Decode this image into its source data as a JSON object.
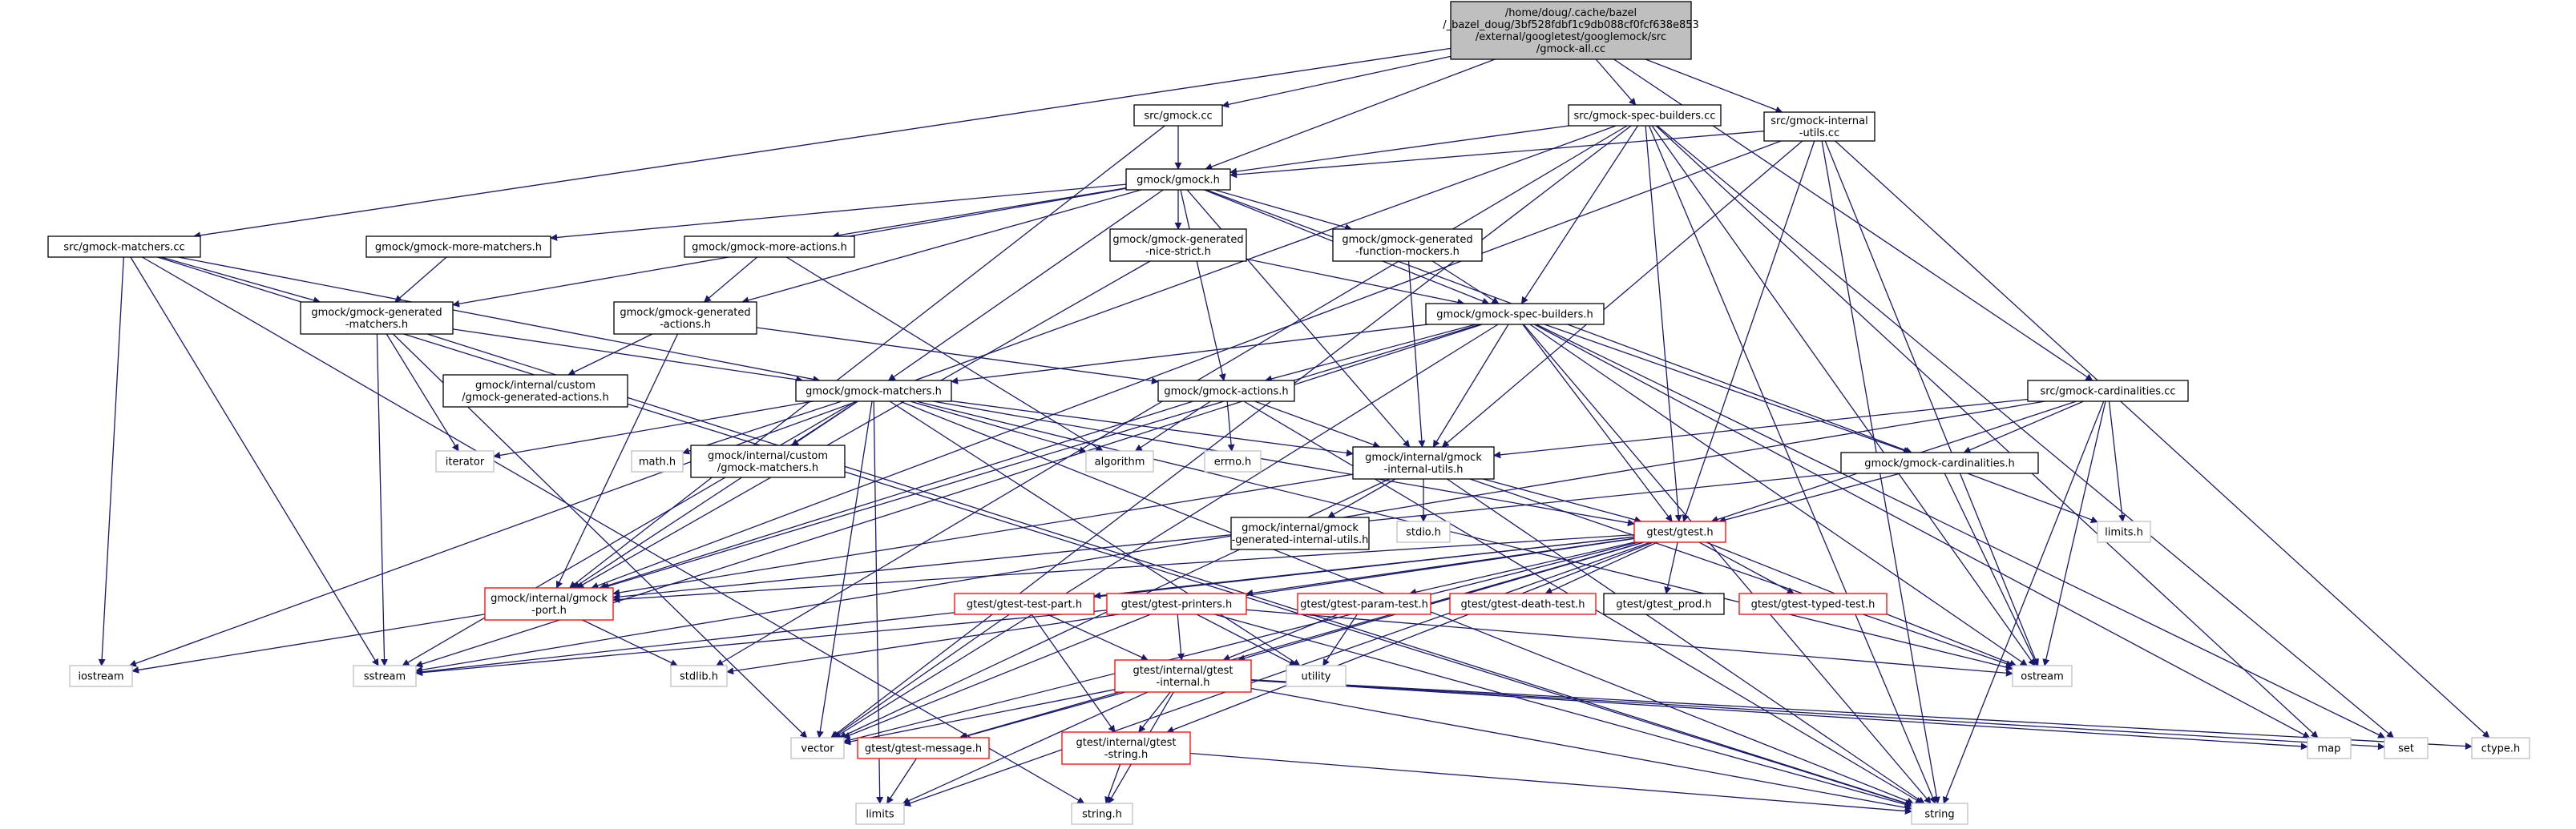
{
  "graph": {
    "colors": {
      "edge": "#191970",
      "root_fill": "#bfbfbf",
      "node_fill": "#ffffff",
      "documented_border": "#000000",
      "undocumented_border": "#ff0000",
      "system_border": "#bfbfbf"
    },
    "nodes": [
      {
        "id": "root",
        "lines": [
          "/home/doug/.cache/bazel",
          "/_bazel_doug/3bf528fdbf1c9db088cf0fcf638e853",
          "/external/googletest/googlemock/src",
          "/gmock-all.cc"
        ],
        "kind": "root"
      },
      {
        "id": "src_gmock_cc",
        "lines": [
          "src/gmock.cc"
        ],
        "kind": "documented"
      },
      {
        "id": "src_spec_builders_cc",
        "lines": [
          "src/gmock-spec-builders.cc"
        ],
        "kind": "documented"
      },
      {
        "id": "src_internal_utils_cc",
        "lines": [
          "src/gmock-internal",
          "-utils.cc"
        ],
        "kind": "documented"
      },
      {
        "id": "gmock_h",
        "lines": [
          "gmock/gmock.h"
        ],
        "kind": "documented"
      },
      {
        "id": "src_matchers_cc",
        "lines": [
          "src/gmock-matchers.cc"
        ],
        "kind": "documented"
      },
      {
        "id": "more_matchers_h",
        "lines": [
          "gmock/gmock-more-matchers.h"
        ],
        "kind": "documented"
      },
      {
        "id": "more_actions_h",
        "lines": [
          "gmock/gmock-more-actions.h"
        ],
        "kind": "documented"
      },
      {
        "id": "gen_nice_strict_h",
        "lines": [
          "gmock/gmock-generated",
          "-nice-strict.h"
        ],
        "kind": "documented"
      },
      {
        "id": "gen_function_mockers_h",
        "lines": [
          "gmock/gmock-generated",
          "-function-mockers.h"
        ],
        "kind": "documented"
      },
      {
        "id": "gen_matchers_h",
        "lines": [
          "gmock/gmock-generated",
          "-matchers.h"
        ],
        "kind": "documented"
      },
      {
        "id": "gen_actions_h",
        "lines": [
          "gmock/gmock-generated",
          "-actions.h"
        ],
        "kind": "documented"
      },
      {
        "id": "spec_builders_h",
        "lines": [
          "gmock/gmock-spec-builders.h"
        ],
        "kind": "documented"
      },
      {
        "id": "custom_gen_actions_h",
        "lines": [
          "gmock/internal/custom",
          "/gmock-generated-actions.h"
        ],
        "kind": "documented"
      },
      {
        "id": "matchers_h",
        "lines": [
          "gmock/gmock-matchers.h"
        ],
        "kind": "documented"
      },
      {
        "id": "actions_h",
        "lines": [
          "gmock/gmock-actions.h"
        ],
        "kind": "documented"
      },
      {
        "id": "src_cardinalities_cc",
        "lines": [
          "src/gmock-cardinalities.cc"
        ],
        "kind": "documented"
      },
      {
        "id": "iterator",
        "lines": [
          "iterator"
        ],
        "kind": "system"
      },
      {
        "id": "math_h",
        "lines": [
          "math.h"
        ],
        "kind": "system"
      },
      {
        "id": "custom_matchers_h",
        "lines": [
          "gmock/internal/custom",
          "/gmock-matchers.h"
        ],
        "kind": "documented"
      },
      {
        "id": "algorithm",
        "lines": [
          "algorithm"
        ],
        "kind": "system"
      },
      {
        "id": "errno_h",
        "lines": [
          "errno.h"
        ],
        "kind": "system"
      },
      {
        "id": "internal_utils_h",
        "lines": [
          "gmock/internal/gmock",
          "-internal-utils.h"
        ],
        "kind": "documented"
      },
      {
        "id": "cardinalities_h",
        "lines": [
          "gmock/gmock-cardinalities.h"
        ],
        "kind": "documented"
      },
      {
        "id": "limits_h",
        "lines": [
          "limits.h"
        ],
        "kind": "system"
      },
      {
        "id": "gen_internal_utils_h",
        "lines": [
          "gmock/internal/gmock",
          "-generated-internal-utils.h"
        ],
        "kind": "documented"
      },
      {
        "id": "stdio_h",
        "lines": [
          "stdio.h"
        ],
        "kind": "system"
      },
      {
        "id": "gtest_h",
        "lines": [
          "gtest/gtest.h"
        ],
        "kind": "undocumented"
      },
      {
        "id": "gmock_port_h",
        "lines": [
          "gmock/internal/gmock",
          "-port.h"
        ],
        "kind": "undocumented"
      },
      {
        "id": "test_part_h",
        "lines": [
          "gtest/gtest-test-part.h"
        ],
        "kind": "undocumented"
      },
      {
        "id": "printers_h",
        "lines": [
          "gtest/gtest-printers.h"
        ],
        "kind": "undocumented"
      },
      {
        "id": "param_test_h",
        "lines": [
          "gtest/gtest-param-test.h"
        ],
        "kind": "undocumented"
      },
      {
        "id": "death_test_h",
        "lines": [
          "gtest/gtest-death-test.h"
        ],
        "kind": "undocumented"
      },
      {
        "id": "gtest_prod_h",
        "lines": [
          "gtest/gtest_prod.h"
        ],
        "kind": "documented"
      },
      {
        "id": "typed_test_h",
        "lines": [
          "gtest/gtest-typed-test.h"
        ],
        "kind": "undocumented"
      },
      {
        "id": "iostream",
        "lines": [
          "iostream"
        ],
        "kind": "system"
      },
      {
        "id": "sstream",
        "lines": [
          "sstream"
        ],
        "kind": "system"
      },
      {
        "id": "stdlib_h",
        "lines": [
          "stdlib.h"
        ],
        "kind": "system"
      },
      {
        "id": "utility",
        "lines": [
          "utility"
        ],
        "kind": "system"
      },
      {
        "id": "ostream",
        "lines": [
          "ostream"
        ],
        "kind": "system"
      },
      {
        "id": "gtest_internal_h",
        "lines": [
          "gtest/internal/gtest",
          "-internal.h"
        ],
        "kind": "undocumented"
      },
      {
        "id": "vector",
        "lines": [
          "vector"
        ],
        "kind": "system"
      },
      {
        "id": "message_h",
        "lines": [
          "gtest/gtest-message.h"
        ],
        "kind": "undocumented"
      },
      {
        "id": "gtest_string_h",
        "lines": [
          "gtest/internal/gtest",
          "-string.h"
        ],
        "kind": "undocumented"
      },
      {
        "id": "map",
        "lines": [
          "map"
        ],
        "kind": "system"
      },
      {
        "id": "set",
        "lines": [
          "set"
        ],
        "kind": "system"
      },
      {
        "id": "ctype_h",
        "lines": [
          "ctype.h"
        ],
        "kind": "system"
      },
      {
        "id": "limits",
        "lines": [
          "limits"
        ],
        "kind": "system"
      },
      {
        "id": "string_h",
        "lines": [
          "string.h"
        ],
        "kind": "system"
      },
      {
        "id": "string",
        "lines": [
          "string"
        ],
        "kind": "system"
      }
    ],
    "edges": [
      [
        "root",
        "src_gmock_cc"
      ],
      [
        "root",
        "src_spec_builders_cc"
      ],
      [
        "root",
        "src_internal_utils_cc"
      ],
      [
        "root",
        "gmock_h"
      ],
      [
        "root",
        "src_matchers_cc"
      ],
      [
        "root",
        "src_cardinalities_cc"
      ],
      [
        "src_gmock_cc",
        "gmock_h"
      ],
      [
        "src_gmock_cc",
        "gmock_port_h"
      ],
      [
        "src_spec_builders_cc",
        "gmock_h"
      ],
      [
        "src_spec_builders_cc",
        "spec_builders_h"
      ],
      [
        "src_spec_builders_cc",
        "iostream"
      ],
      [
        "src_spec_builders_cc",
        "gtest_h"
      ],
      [
        "src_spec_builders_cc",
        "map"
      ],
      [
        "src_spec_builders_cc",
        "set"
      ],
      [
        "src_spec_builders_cc",
        "string"
      ],
      [
        "src_spec_builders_cc",
        "vector"
      ],
      [
        "src_spec_builders_cc",
        "stdlib_h"
      ],
      [
        "src_spec_builders_cc",
        "ostream"
      ],
      [
        "src_internal_utils_cc",
        "gmock_h"
      ],
      [
        "src_internal_utils_cc",
        "internal_utils_h"
      ],
      [
        "src_internal_utils_cc",
        "gtest_h"
      ],
      [
        "src_internal_utils_cc",
        "ctype_h"
      ],
      [
        "src_internal_utils_cc",
        "ostream"
      ],
      [
        "src_internal_utils_cc",
        "string"
      ],
      [
        "src_internal_utils_cc",
        "gmock_port_h"
      ],
      [
        "gmock_h",
        "more_matchers_h"
      ],
      [
        "gmock_h",
        "more_actions_h"
      ],
      [
        "gmock_h",
        "gen_nice_strict_h"
      ],
      [
        "gmock_h",
        "gen_function_mockers_h"
      ],
      [
        "gmock_h",
        "gen_matchers_h"
      ],
      [
        "gmock_h",
        "gen_actions_h"
      ],
      [
        "gmock_h",
        "matchers_h"
      ],
      [
        "gmock_h",
        "actions_h"
      ],
      [
        "gmock_h",
        "cardinalities_h"
      ],
      [
        "gmock_h",
        "internal_utils_h"
      ],
      [
        "gmock_h",
        "spec_builders_h"
      ],
      [
        "src_matchers_cc",
        "gen_matchers_h"
      ],
      [
        "src_matchers_cc",
        "matchers_h"
      ],
      [
        "src_matchers_cc",
        "iostream"
      ],
      [
        "src_matchers_cc",
        "sstream"
      ],
      [
        "src_matchers_cc",
        "string"
      ],
      [
        "src_matchers_cc",
        "string_h"
      ],
      [
        "more_matchers_h",
        "gen_matchers_h"
      ],
      [
        "more_actions_h",
        "gen_actions_h"
      ],
      [
        "more_actions_h",
        "algorithm"
      ],
      [
        "gen_nice_strict_h",
        "spec_builders_h"
      ],
      [
        "gen_nice_strict_h",
        "gmock_port_h"
      ],
      [
        "gen_function_mockers_h",
        "spec_builders_h"
      ],
      [
        "gen_function_mockers_h",
        "internal_utils_h"
      ],
      [
        "gen_matchers_h",
        "matchers_h"
      ],
      [
        "gen_matchers_h",
        "iterator"
      ],
      [
        "gen_matchers_h",
        "sstream"
      ],
      [
        "gen_matchers_h",
        "string"
      ],
      [
        "gen_matchers_h",
        "vector"
      ],
      [
        "gen_actions_h",
        "actions_h"
      ],
      [
        "gen_actions_h",
        "custom_gen_actions_h"
      ],
      [
        "gen_actions_h",
        "gmock_port_h"
      ],
      [
        "spec_builders_h",
        "matchers_h"
      ],
      [
        "spec_builders_h",
        "actions_h"
      ],
      [
        "spec_builders_h",
        "cardinalities_h"
      ],
      [
        "spec_builders_h",
        "internal_utils_h"
      ],
      [
        "spec_builders_h",
        "gtest_h"
      ],
      [
        "spec_builders_h",
        "gmock_port_h"
      ],
      [
        "spec_builders_h",
        "map"
      ],
      [
        "spec_builders_h",
        "set"
      ],
      [
        "spec_builders_h",
        "string"
      ],
      [
        "spec_builders_h",
        "vector"
      ],
      [
        "spec_builders_h",
        "sstream"
      ],
      [
        "spec_builders_h",
        "ostream"
      ],
      [
        "matchers_h",
        "iterator"
      ],
      [
        "matchers_h",
        "math_h"
      ],
      [
        "matchers_h",
        "custom_matchers_h"
      ],
      [
        "matchers_h",
        "algorithm"
      ],
      [
        "matchers_h",
        "internal_utils_h"
      ],
      [
        "matchers_h",
        "gtest_h"
      ],
      [
        "matchers_h",
        "gmock_port_h"
      ],
      [
        "matchers_h",
        "limits"
      ],
      [
        "matchers_h",
        "ostream"
      ],
      [
        "matchers_h",
        "sstream"
      ],
      [
        "matchers_h",
        "string"
      ],
      [
        "matchers_h",
        "utility"
      ],
      [
        "matchers_h",
        "vector"
      ],
      [
        "actions_h",
        "algorithm"
      ],
      [
        "actions_h",
        "errno_h"
      ],
      [
        "actions_h",
        "internal_utils_h"
      ],
      [
        "actions_h",
        "gmock_port_h"
      ],
      [
        "actions_h",
        "string"
      ],
      [
        "src_cardinalities_cc",
        "cardinalities_h"
      ],
      [
        "src_cardinalities_cc",
        "internal_utils_h"
      ],
      [
        "src_cardinalities_cc",
        "gtest_h"
      ],
      [
        "src_cardinalities_cc",
        "limits_h"
      ],
      [
        "src_cardinalities_cc",
        "ostream"
      ],
      [
        "src_cardinalities_cc",
        "sstream"
      ],
      [
        "src_cardinalities_cc",
        "string"
      ],
      [
        "internal_utils_h",
        "gen_internal_utils_h"
      ],
      [
        "internal_utils_h",
        "stdio_h"
      ],
      [
        "internal_utils_h",
        "gtest_h"
      ],
      [
        "internal_utils_h",
        "gmock_port_h"
      ],
      [
        "internal_utils_h",
        "ostream"
      ],
      [
        "internal_utils_h",
        "string"
      ],
      [
        "internal_utils_h",
        "vector"
      ],
      [
        "cardinalities_h",
        "limits_h"
      ],
      [
        "cardinalities_h",
        "gtest_h"
      ],
      [
        "cardinalities_h",
        "gmock_port_h"
      ],
      [
        "cardinalities_h",
        "ostream"
      ],
      [
        "gtest_h",
        "test_part_h"
      ],
      [
        "gtest_h",
        "printers_h"
      ],
      [
        "gtest_h",
        "param_test_h"
      ],
      [
        "gtest_h",
        "death_test_h"
      ],
      [
        "gtest_h",
        "gtest_prod_h"
      ],
      [
        "gtest_h",
        "typed_test_h"
      ],
      [
        "gtest_h",
        "gmock_port_h"
      ],
      [
        "gtest_h",
        "message_h"
      ],
      [
        "gtest_h",
        "gtest_string_h"
      ],
      [
        "gtest_h",
        "gtest_internal_h"
      ],
      [
        "gtest_h",
        "limits"
      ],
      [
        "gtest_h",
        "ostream"
      ],
      [
        "gtest_h",
        "vector"
      ],
      [
        "gtest_h",
        "sstream"
      ],
      [
        "gtest_h",
        "stdlib_h"
      ],
      [
        "gmock_port_h",
        "iostream"
      ],
      [
        "gmock_port_h",
        "stdlib_h"
      ],
      [
        "test_part_h",
        "gtest_internal_h"
      ],
      [
        "test_part_h",
        "gtest_string_h"
      ],
      [
        "test_part_h",
        "vector"
      ],
      [
        "printers_h",
        "gtest_internal_h"
      ],
      [
        "printers_h",
        "sstream"
      ],
      [
        "printers_h",
        "utility"
      ],
      [
        "printers_h",
        "vector"
      ],
      [
        "printers_h",
        "ostream"
      ],
      [
        "printers_h",
        "string"
      ],
      [
        "param_test_h",
        "gtest_internal_h"
      ],
      [
        "param_test_h",
        "utility"
      ],
      [
        "gtest_internal_h",
        "message_h"
      ],
      [
        "gtest_internal_h",
        "gtest_string_h"
      ],
      [
        "gtest_internal_h",
        "vector"
      ],
      [
        "gtest_internal_h",
        "map"
      ],
      [
        "gtest_internal_h",
        "set"
      ],
      [
        "gtest_internal_h",
        "ctype_h"
      ],
      [
        "gtest_internal_h",
        "limits"
      ],
      [
        "gtest_internal_h",
        "string_h"
      ],
      [
        "gtest_internal_h",
        "string"
      ],
      [
        "message_h",
        "limits"
      ],
      [
        "gtest_string_h",
        "string_h"
      ],
      [
        "gtest_string_h",
        "string"
      ]
    ]
  }
}
